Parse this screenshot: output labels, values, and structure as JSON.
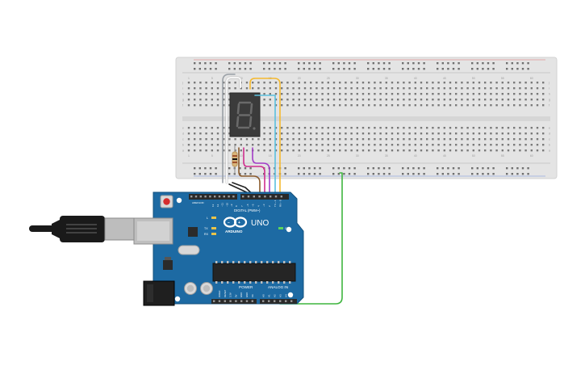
{
  "board": {
    "brand": "ARDUINO",
    "model": "UNO",
    "digital_label": "DIGITAL (PWM~)",
    "power_label": "POWER",
    "analog_label": "ANALOG IN",
    "on_label": "ON",
    "led_l_label": "L",
    "led_tx_label": "TX",
    "led_rx_label": "RX",
    "aref_label": "AREF",
    "gnd_label": "GND",
    "digital_pins": [
      "13",
      "12",
      "~11",
      "~10",
      "~9",
      "8",
      "7",
      "~6",
      "~5",
      "4",
      "~3",
      "2",
      "TX→1",
      "RX←0"
    ],
    "power_pins": [
      "IOREF",
      "RESET",
      "3.3V",
      "5V",
      "GND",
      "GND",
      "Vin"
    ],
    "analog_pins": [
      "A0",
      "A1",
      "A2",
      "A3",
      "A4",
      "A5"
    ]
  },
  "breadboard": {
    "col_numbers": [
      "1",
      "5",
      "10",
      "15",
      "20",
      "25",
      "30",
      "35",
      "40",
      "45",
      "50",
      "55",
      "60"
    ],
    "row_letters_top": [
      "j",
      "i",
      "h",
      "g",
      "f"
    ],
    "row_letters_bottom": [
      "e",
      "d",
      "c",
      "b",
      "a"
    ]
  },
  "display": {
    "digit": "8."
  },
  "colors": {
    "board": "#1d6aa3",
    "board_dark": "#155481",
    "breadboard": "#e5e5e5",
    "wire_yellow": "#f5b92e",
    "wire_cyan": "#5bc0de",
    "wire_purple": "#a23cc7",
    "wire_magenta": "#cf2e8e",
    "wire_brown": "#8a5a2b",
    "wire_green": "#3fb53f",
    "wire_gray": "#9aa0a6",
    "wire_black": "#222222",
    "wire_white": "#f4f4f4"
  }
}
